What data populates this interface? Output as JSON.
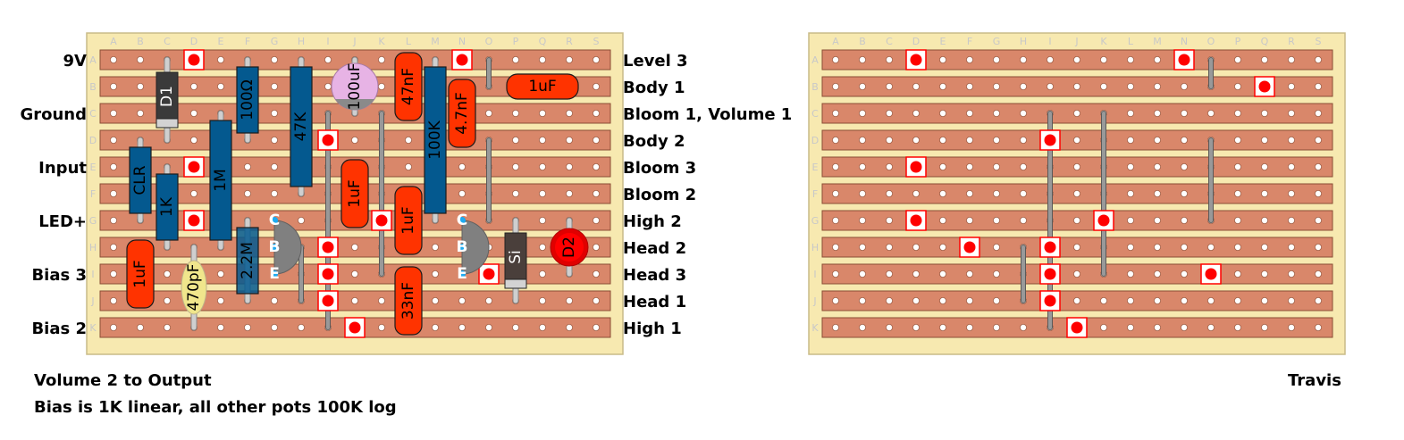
{
  "colors": {
    "board": "#f7e9b0",
    "board_edge": "#c9bb88",
    "strip": "#d9876a",
    "strip_edge": "#8a4d35",
    "hole": "#ffffff",
    "link": "#999999",
    "resistor": "#04598f",
    "film_cap": "#ff3300",
    "ceramic_cap": "#f0e68c",
    "electrolytic": "#e7b3e5",
    "transistor": "#808080",
    "transistor_pin": "#1eaaf1",
    "diode_body": "#3a3a3a",
    "diode_band": "#d3d3d3",
    "led": "#ff0000",
    "pad": "#ff0000"
  },
  "columns": [
    "A",
    "B",
    "C",
    "D",
    "E",
    "F",
    "G",
    "H",
    "I",
    "J",
    "K",
    "L",
    "M",
    "N",
    "O",
    "P",
    "Q",
    "R",
    "S"
  ],
  "rows": [
    "A",
    "B",
    "C",
    "D",
    "E",
    "F",
    "G",
    "H",
    "I",
    "J",
    "K"
  ],
  "left_labels": [
    {
      "row": "A",
      "text": "9V"
    },
    {
      "row": "C",
      "text": "Ground"
    },
    {
      "row": "E",
      "text": "Input"
    },
    {
      "row": "G",
      "text": "LED+"
    },
    {
      "row": "I",
      "text": "Bias 3"
    },
    {
      "row": "K",
      "text": "Bias 2"
    }
  ],
  "right_labels": [
    {
      "row": "A",
      "text": "Level 3"
    },
    {
      "row": "B",
      "text": "Body 1"
    },
    {
      "row": "C",
      "text": "Bloom 1, Volume 1"
    },
    {
      "row": "D",
      "text": "Body 2"
    },
    {
      "row": "E",
      "text": "Bloom 3"
    },
    {
      "row": "F",
      "text": "Bloom 2"
    },
    {
      "row": "G",
      "text": "High 2"
    },
    {
      "row": "H",
      "text": "Head 2"
    },
    {
      "row": "I",
      "text": "Head 3"
    },
    {
      "row": "J",
      "text": "Head 1"
    },
    {
      "row": "K",
      "text": "High 1"
    }
  ],
  "component_board": {
    "wire_pads": [
      {
        "col": "D",
        "row": "A"
      },
      {
        "col": "N",
        "row": "A"
      },
      {
        "col": "I",
        "row": "D"
      },
      {
        "col": "D",
        "row": "E"
      },
      {
        "col": "D",
        "row": "G"
      },
      {
        "col": "K",
        "row": "G"
      },
      {
        "col": "I",
        "row": "H"
      },
      {
        "col": "I",
        "row": "I"
      },
      {
        "col": "I",
        "row": "J"
      },
      {
        "col": "J",
        "row": "K"
      },
      {
        "col": "O",
        "row": "I"
      }
    ],
    "links": [
      {
        "col": "O",
        "from": "A",
        "to": "B"
      },
      {
        "col": "I",
        "from": "C",
        "to": "K"
      },
      {
        "col": "K",
        "from": "C",
        "to": "I"
      },
      {
        "col": "O",
        "from": "D",
        "to": "G"
      },
      {
        "col": "H",
        "from": "H",
        "to": "J"
      }
    ],
    "resistors": [
      {
        "label": "D1",
        "kind": "diode",
        "col": "C",
        "from": "A",
        "to": "D",
        "band": "end"
      },
      {
        "label": "100Ω",
        "col": "F",
        "from": "A",
        "to": "D"
      },
      {
        "label": "47K",
        "col": "H",
        "from": "A",
        "to": "F"
      },
      {
        "label": "100K",
        "col": "M",
        "from": "A",
        "to": "G"
      },
      {
        "label": "CLR",
        "col": "B",
        "from": "D",
        "to": "G"
      },
      {
        "label": "1K",
        "col": "C",
        "from": "E",
        "to": "H"
      },
      {
        "label": "1M",
        "col": "E",
        "from": "C",
        "to": "H"
      },
      {
        "label": "2.2M",
        "col": "F",
        "from": "G",
        "to": "J",
        "translucent": true
      }
    ],
    "film_caps": [
      {
        "label": "47nF",
        "col": "L",
        "from": "A",
        "to": "C"
      },
      {
        "label": "4.7nF",
        "col": "N",
        "from": "B",
        "to": "D"
      },
      {
        "label": "1uF",
        "col": "J",
        "from": "E",
        "to": "G"
      },
      {
        "label": "1uF",
        "col": "L",
        "from": "F",
        "to": "H"
      },
      {
        "label": "33nF",
        "col": "L",
        "from": "I",
        "to": "K"
      },
      {
        "label": "1uF",
        "col": "B",
        "from": "H",
        "to": "J"
      },
      {
        "label": "1uF",
        "horizontal": true,
        "row": "B",
        "from": "P",
        "to": "R"
      }
    ],
    "ceramic_caps": [
      {
        "label": "470pF",
        "col": "D",
        "from": "H",
        "to": "K"
      }
    ],
    "electrolytic": [
      {
        "label": "100uF",
        "col": "J",
        "from": "A",
        "to": "C"
      }
    ],
    "transistors": [
      {
        "col": "G",
        "pins": [
          "C",
          "B",
          "E"
        ],
        "rows": [
          "G",
          "H",
          "I"
        ]
      },
      {
        "col": "N",
        "pins": [
          "C",
          "B",
          "E"
        ],
        "rows": [
          "G",
          "H",
          "I"
        ]
      }
    ],
    "diodes": [
      {
        "label": "Si",
        "col": "P",
        "from": "G",
        "to": "J"
      }
    ],
    "leds": [
      {
        "label": "D2",
        "col": "R",
        "from": "G",
        "to": "I"
      }
    ]
  },
  "copper_board": {
    "wire_pads": [
      {
        "col": "D",
        "row": "A"
      },
      {
        "col": "N",
        "row": "A"
      },
      {
        "col": "Q",
        "row": "B"
      },
      {
        "col": "I",
        "row": "D"
      },
      {
        "col": "D",
        "row": "E"
      },
      {
        "col": "D",
        "row": "G"
      },
      {
        "col": "K",
        "row": "G"
      },
      {
        "col": "F",
        "row": "H"
      },
      {
        "col": "I",
        "row": "H"
      },
      {
        "col": "I",
        "row": "I"
      },
      {
        "col": "O",
        "row": "I"
      },
      {
        "col": "I",
        "row": "J"
      },
      {
        "col": "J",
        "row": "K"
      }
    ],
    "links": [
      {
        "col": "O",
        "from": "A",
        "to": "B"
      },
      {
        "col": "I",
        "from": "C",
        "to": "K"
      },
      {
        "col": "K",
        "from": "C",
        "to": "I"
      },
      {
        "col": "O",
        "from": "D",
        "to": "G"
      },
      {
        "col": "H",
        "from": "H",
        "to": "J"
      }
    ]
  },
  "notes": {
    "line1": "Volume 2 to Output",
    "line2": "Bias is 1K linear, all other pots 100K log",
    "author": "Travis"
  }
}
